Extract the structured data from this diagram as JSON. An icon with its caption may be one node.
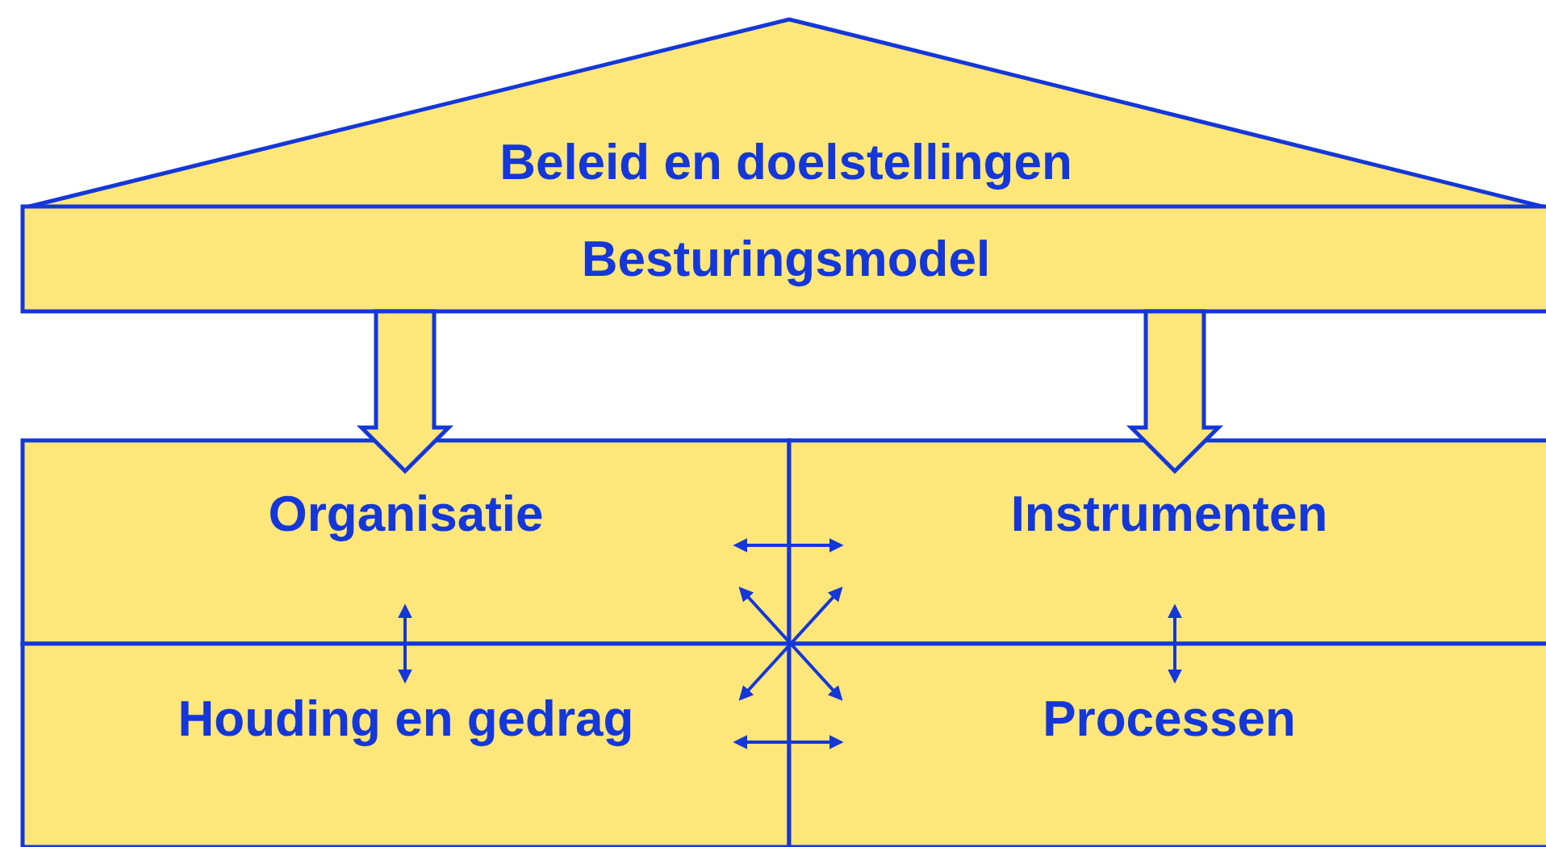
{
  "diagram": {
    "nodes": [
      {
        "text": [
          "Beleid en doelstellingen"
        ]
      },
      {
        "text": [
          "Besturingsmodel"
        ]
      },
      {
        "text": [
          "Organisatie"
        ]
      },
      {
        "text": [
          "Instrumenten"
        ]
      },
      {
        "text": [
          "Houding en gedrag"
        ]
      },
      {
        "text": [
          "Processen"
        ]
      }
    ],
    "edges": [
      {
        "from": 1,
        "to": 2,
        "arrow": "to",
        "style": "thick"
      },
      {
        "from": 1,
        "to": 3,
        "arrow": "to",
        "style": "thick"
      },
      {
        "from": 2,
        "to": 3,
        "arrow": "both"
      },
      {
        "from": 2,
        "to": 4,
        "arrow": "both"
      },
      {
        "from": 3,
        "to": 5,
        "arrow": "both"
      },
      {
        "from": 2,
        "to": 5,
        "arrow": "both"
      },
      {
        "from": 3,
        "to": 4,
        "arrow": "both"
      },
      {
        "from": 4,
        "to": 5,
        "arrow": "both"
      }
    ]
  }
}
